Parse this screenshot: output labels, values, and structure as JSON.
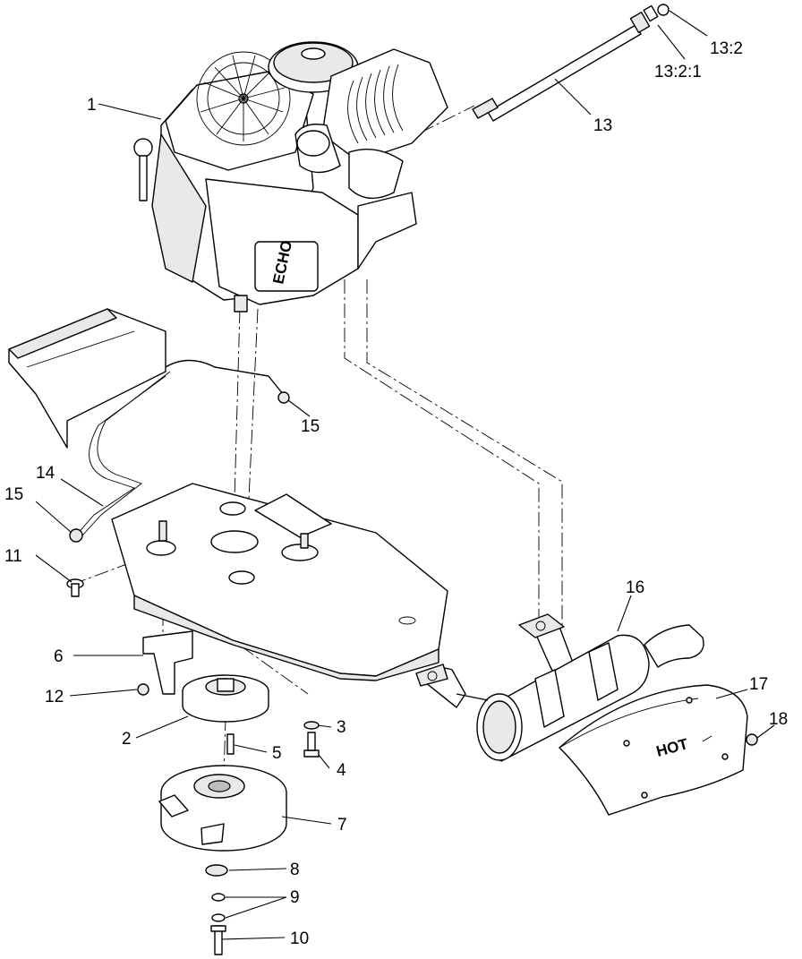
{
  "callouts": {
    "c1": "1",
    "c2": "2",
    "c3": "3",
    "c4": "4",
    "c5": "5",
    "c6": "6",
    "c7": "7",
    "c8": "8",
    "c9": "9",
    "c10": "10",
    "c11": "11",
    "c12": "12",
    "c13": "13",
    "c13_2": "13:2",
    "c13_2_1": "13:2:1",
    "c14": "14",
    "c15a": "15",
    "c15b": "15",
    "c16": "16",
    "c17": "17",
    "c18": "18"
  },
  "engine_cover_text": "ECHO",
  "heat_shield_text": "HOT"
}
